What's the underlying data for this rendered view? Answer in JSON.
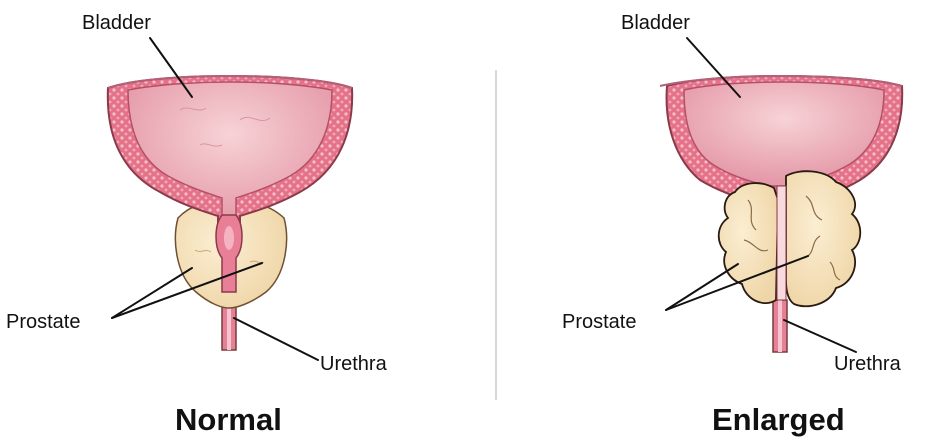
{
  "panels": [
    {
      "id": "normal",
      "caption": "Normal",
      "labels": {
        "bladder": "Bladder",
        "prostate": "Prostate",
        "urethra": "Urethra"
      }
    },
    {
      "id": "enlarged",
      "caption": "Enlarged",
      "labels": {
        "bladder": "Bladder",
        "prostate": "Prostate",
        "urethra": "Urethra"
      }
    }
  ],
  "colors": {
    "bladder_wall": "#e8788e",
    "bladder_wall_dots": "#f6b8c4",
    "bladder_inner": "#efb3bd",
    "prostate": "#f2dcb5",
    "prostate_outline": "#2b1a12",
    "urethra": "#e58197",
    "divider": "#cccccc"
  }
}
